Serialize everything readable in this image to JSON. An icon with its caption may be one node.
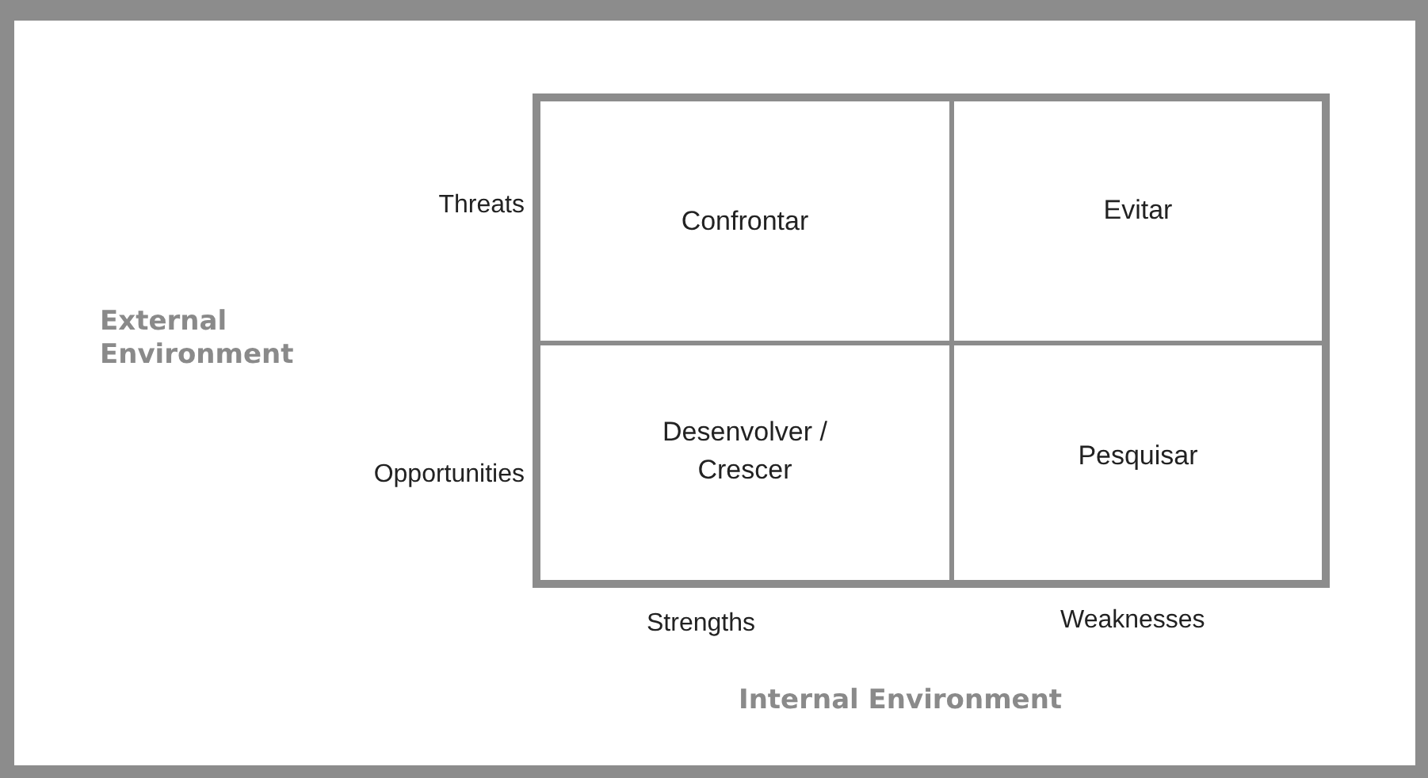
{
  "diagram": {
    "nodes": [
      {
        "text": [],
        "shape": "box"
      },
      {
        "text": [
          "Confrontar"
        ],
        "in": 0
      },
      {
        "text": [
          "Evitar"
        ],
        "in": 0
      },
      {
        "text": [
          "Desenvolver / Crescer"
        ],
        "in": 0
      },
      {
        "text": [
          "Pesquisar"
        ],
        "in": 0
      }
    ],
    "labels": [
      "Threats",
      "External Environment",
      "Opportunities",
      "Strengths",
      "Weaknesses",
      "Internal Environment"
    ]
  }
}
